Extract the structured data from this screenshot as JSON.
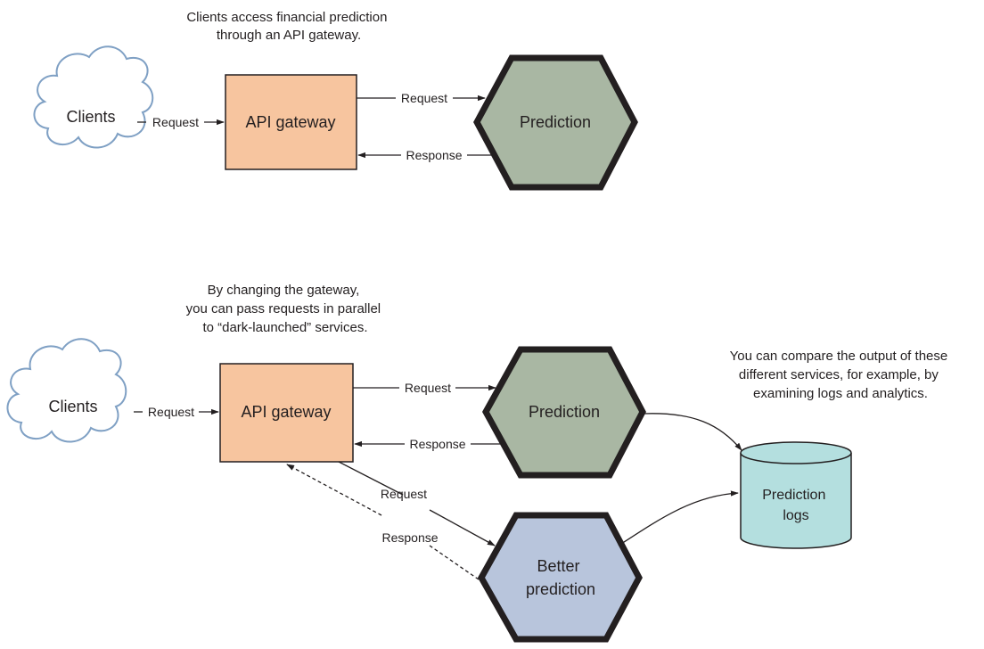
{
  "colors": {
    "cloud_stroke": "#7fa0c4",
    "gateway_fill": "#f7c59f",
    "prediction_fill": "#a9b7a3",
    "better_prediction_fill": "#b8c5dc",
    "logs_fill": "#b4dfdf",
    "ink": "#231f20"
  },
  "top": {
    "caption": [
      "Clients access financial prediction",
      "through an API gateway."
    ],
    "clients": "Clients",
    "gateway": "API gateway",
    "prediction": "Prediction",
    "edge_clients_gateway": "Request",
    "edge_gateway_prediction": "Request",
    "edge_prediction_gateway": "Response"
  },
  "bottom": {
    "caption": [
      "By changing the gateway,",
      "you can pass requests in parallel",
      "to “dark-launched” services."
    ],
    "note": [
      "You can compare the output of these",
      "different services, for example, by",
      "examining logs and analytics."
    ],
    "clients": "Clients",
    "gateway": "API gateway",
    "prediction": "Prediction",
    "better_prediction": [
      "Better",
      "prediction"
    ],
    "logs": [
      "Prediction",
      "logs"
    ],
    "edge_clients_gateway": "Request",
    "edge_gateway_prediction": "Request",
    "edge_prediction_gateway": "Response",
    "edge_gateway_better": "Request",
    "edge_better_gateway": "Response"
  }
}
